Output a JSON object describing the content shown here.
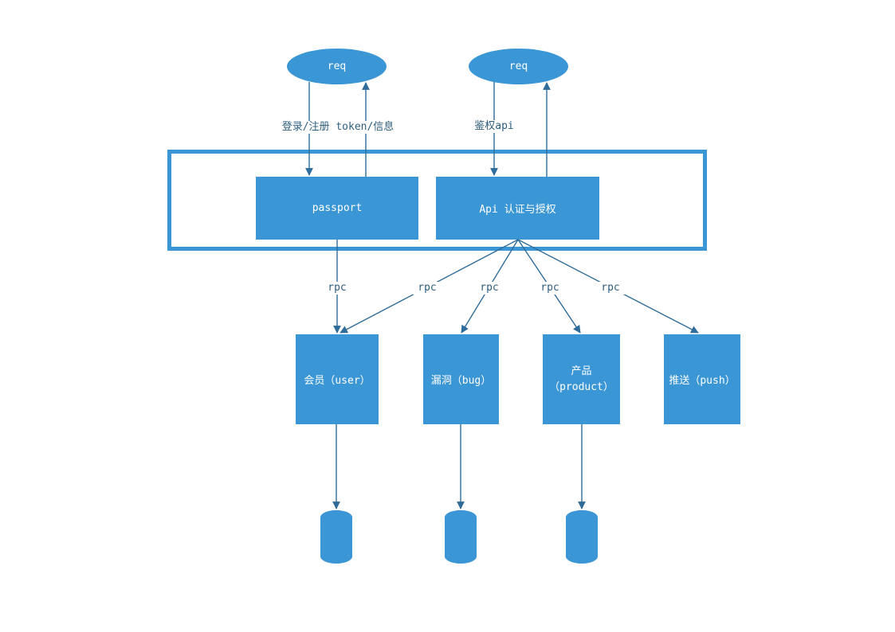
{
  "colors": {
    "shape_fill": "#3b96d5",
    "shape_text": "#ffffff",
    "connector": "#2f6c99",
    "edge_label_text": "#2e5e7e",
    "background": "#ffffff"
  },
  "request_nodes": [
    {
      "label": "req"
    },
    {
      "label": "req"
    }
  ],
  "gateway": {
    "services": [
      {
        "label": "passport"
      },
      {
        "label": "Api 认证与授权"
      }
    ]
  },
  "edge_labels": {
    "login": "登录/注册 token/信息",
    "auth": "鉴权api",
    "rpc": [
      "rpc",
      "rpc",
      "rpc",
      "rpc",
      "rpc"
    ]
  },
  "microservices": [
    {
      "label": "会员（user）"
    },
    {
      "label": "漏洞（bug）"
    },
    {
      "label": "产品（product）"
    },
    {
      "label": "推送（push）"
    }
  ],
  "databases": [
    {
      "icon": "database-cylinder"
    },
    {
      "icon": "database-cylinder"
    },
    {
      "icon": "database-cylinder"
    }
  ]
}
